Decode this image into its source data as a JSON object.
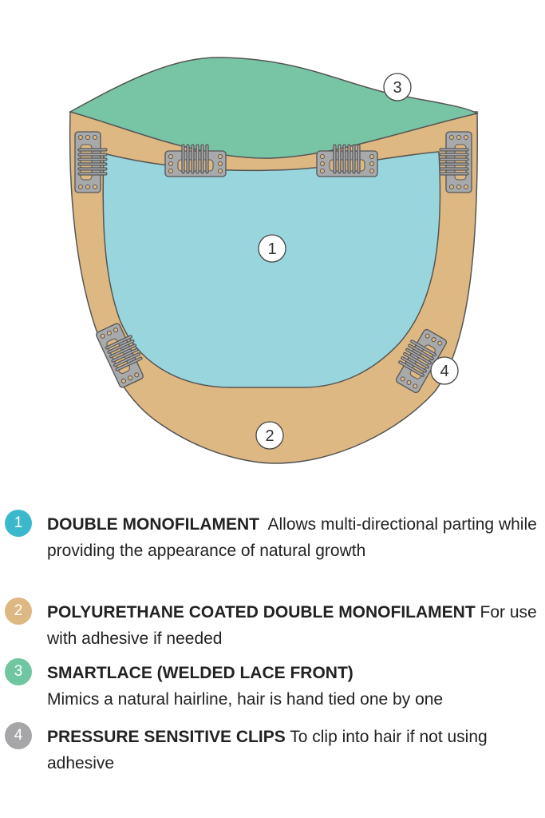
{
  "diagram": {
    "labels": [
      "1",
      "2",
      "3",
      "4"
    ],
    "colors": {
      "monofilament": "#99d5dc",
      "polyurethane": "#deb882",
      "smartlace": "#78c5a5",
      "clip": "#a8a9ab"
    }
  },
  "legend": [
    {
      "number": "1",
      "title": "DOUBLE MONOFILAMENT",
      "text": "Allows multi-directional parting while providing the appearance of natural growth",
      "color": "#3bb8cc"
    },
    {
      "number": "2",
      "title": "POLYURETHANE COATED DOUBLE MONOFILAMENT",
      "text": "For use with adhesive if needed",
      "color": "#deb882"
    },
    {
      "number": "3",
      "title": "SMARTLACE (WELDED LACE FRONT)",
      "text": "Mimics a natural hairline, hair is hand tied one by one",
      "color": "#6fc6a0"
    },
    {
      "number": "4",
      "title": "PRESSURE SENSITIVE CLIPS",
      "text": "To clip into hair if not using adhesive",
      "color": "#a6a6a8"
    }
  ]
}
